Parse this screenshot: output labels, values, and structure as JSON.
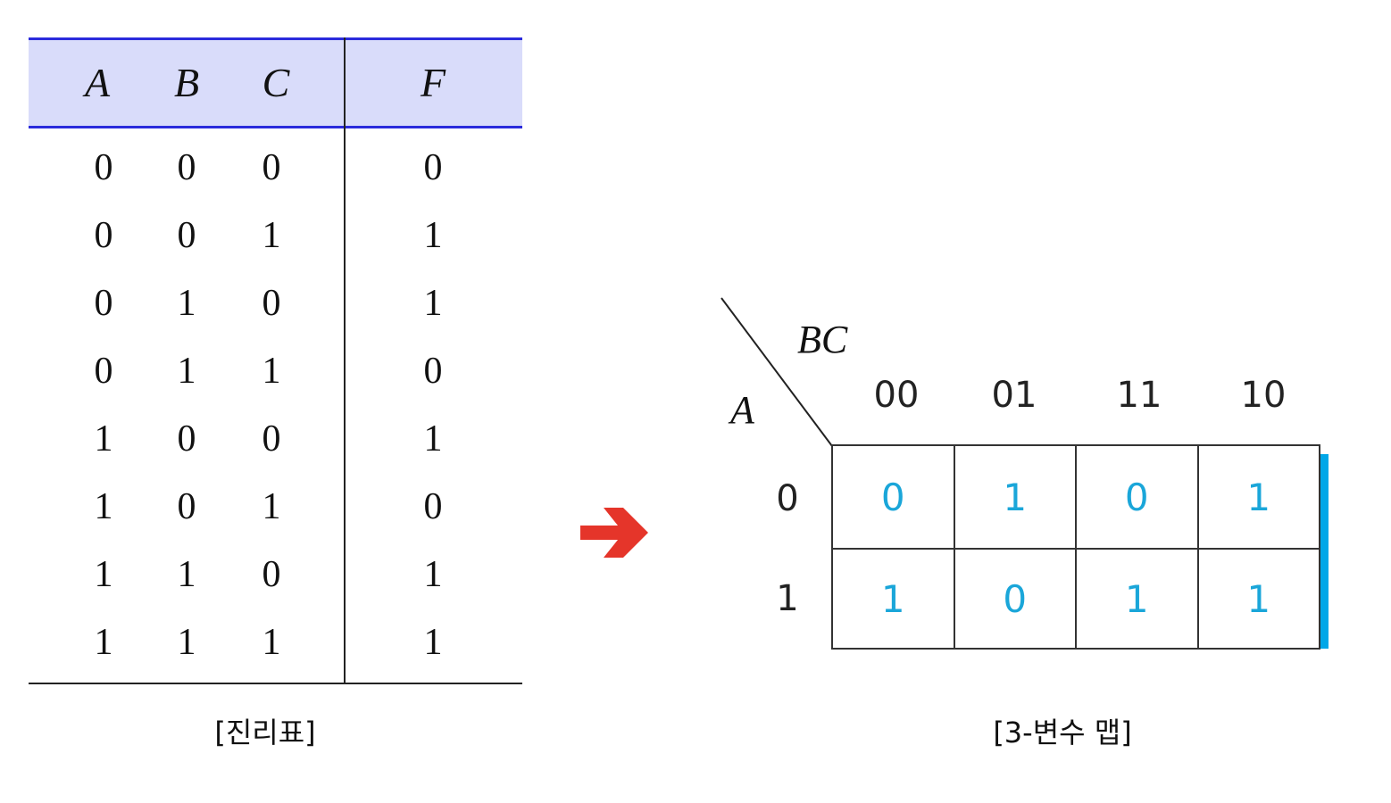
{
  "truth_table": {
    "headers": {
      "a": "A",
      "b": "B",
      "c": "C",
      "f": "F"
    },
    "rows": [
      [
        "0",
        "0",
        "0",
        "0"
      ],
      [
        "0",
        "0",
        "1",
        "1"
      ],
      [
        "0",
        "1",
        "0",
        "1"
      ],
      [
        "0",
        "1",
        "1",
        "0"
      ],
      [
        "1",
        "0",
        "0",
        "1"
      ],
      [
        "1",
        "0",
        "1",
        "0"
      ],
      [
        "1",
        "1",
        "0",
        "1"
      ],
      [
        "1",
        "1",
        "1",
        "1"
      ]
    ],
    "caption": "[진리표]",
    "header_bg": "#d9dcfa",
    "header_rule_color": "#2b2bdc"
  },
  "arrow": {
    "icon": "right-arrow-icon",
    "color": "#e5352a"
  },
  "kmap": {
    "col_var": "BC",
    "row_var": "A",
    "col_labels": [
      "00",
      "01",
      "11",
      "10"
    ],
    "row_labels": [
      "0",
      "1"
    ],
    "cells": [
      [
        "0",
        "1",
        "0",
        "1"
      ],
      [
        "1",
        "0",
        "1",
        "1"
      ]
    ],
    "caption": "[3-변수 맵]",
    "cell_color": "#1aa6d9",
    "accent_color": "#00a7e8"
  }
}
